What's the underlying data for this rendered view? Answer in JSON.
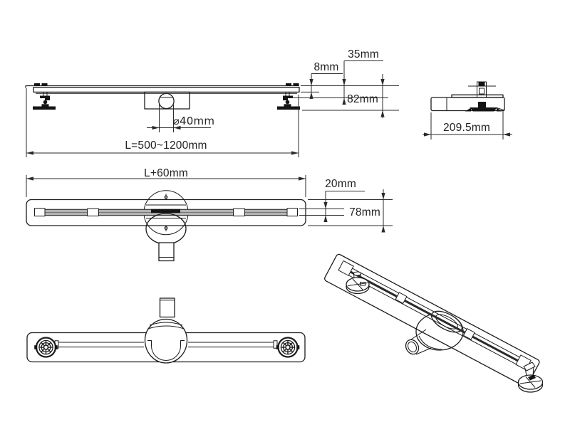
{
  "labels": {
    "flange_height_35": "35mm",
    "edge_thickness_8": "8mm",
    "total_height_82": "82mm",
    "outlet_diameter_40": "⌀40mm",
    "length_range": "L=500~1200mm",
    "end_depth": "209.5mm",
    "overall_length": "L+60mm",
    "slot_width_20": "20mm",
    "channel_width_78": "78mm"
  },
  "colors": {
    "line": "#1c1c1c",
    "dim_line": "#2a2a2a",
    "background": "#ffffff",
    "slot_gray": "#b3b3b3",
    "slot_dark": "#141414"
  }
}
